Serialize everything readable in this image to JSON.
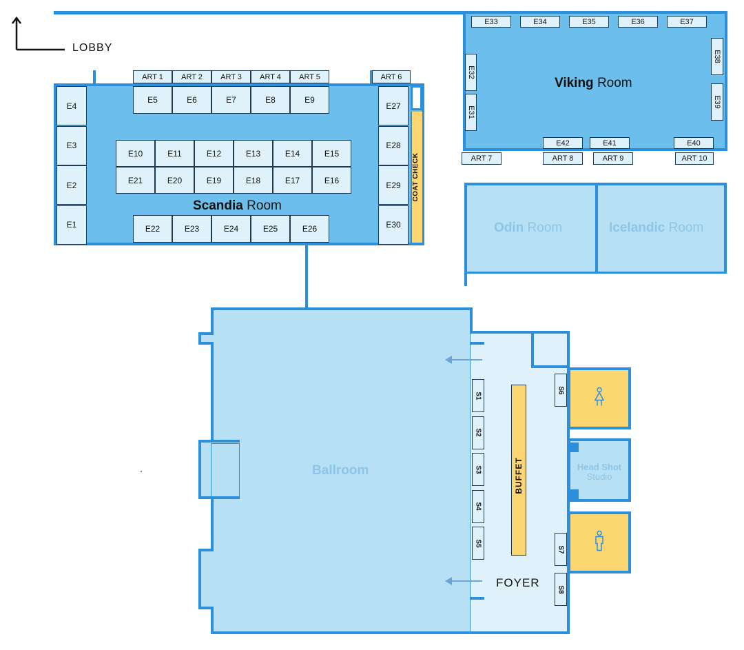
{
  "lobby": {
    "label": "LOBBY"
  },
  "scandia": {
    "name_bold": "Scandia",
    "name_rest": " Room",
    "art_top": [
      "ART 1",
      "ART 2",
      "ART 3",
      "ART 4",
      "ART 5"
    ],
    "art6": "ART 6",
    "top_row": [
      "E5",
      "E6",
      "E7",
      "E8",
      "E9"
    ],
    "center_row1": [
      "E10",
      "E11",
      "E12",
      "E13",
      "E14",
      "E15"
    ],
    "center_row2": [
      "E21",
      "E20",
      "E19",
      "E18",
      "E17",
      "E16"
    ],
    "bottom_row": [
      "E22",
      "E23",
      "E24",
      "E25",
      "E26"
    ],
    "left_col": [
      "E4",
      "E3",
      "E2",
      "E1"
    ],
    "right_col": [
      "E27",
      "E28",
      "E29",
      "E30"
    ],
    "coat_check": "COAT CHECK"
  },
  "viking": {
    "name_bold": "Viking",
    "name_rest": " Room",
    "top_row": [
      "E33",
      "E34",
      "E35",
      "E36",
      "E37"
    ],
    "left_col": [
      "E32",
      "E31"
    ],
    "right_col": [
      "E38",
      "E39"
    ],
    "bottom_booths": [
      "E42",
      "E41",
      "E40"
    ],
    "art_bottom": [
      "ART 7",
      "ART 8",
      "ART 9",
      "ART 10"
    ]
  },
  "odin": {
    "name_bold": "Odin",
    "name_rest": " Room"
  },
  "icelandic": {
    "name_bold": "Icelandic",
    "name_rest": " Room"
  },
  "ballroom": {
    "label": "Ballroom"
  },
  "foyer": {
    "label": "FOYER",
    "buffet": "BUFFET",
    "stations_left": [
      "S1",
      "S2",
      "S3",
      "S4",
      "S5"
    ],
    "stations_right": [
      "S6",
      "S7",
      "S8"
    ]
  },
  "headshot": {
    "line1": "Head Shot",
    "line2": "Studio"
  },
  "restrooms": [
    {
      "icon": "woman-restroom-icon"
    },
    {
      "icon": "man-restroom-icon"
    }
  ],
  "colors": {
    "wall": "#2b8fdc",
    "meeting_room": "#6cbfec",
    "ballroom": "#b8e0f5",
    "foyer": "#dff1fa",
    "restroom": "#fbd671",
    "booth": "#dff1fa"
  }
}
